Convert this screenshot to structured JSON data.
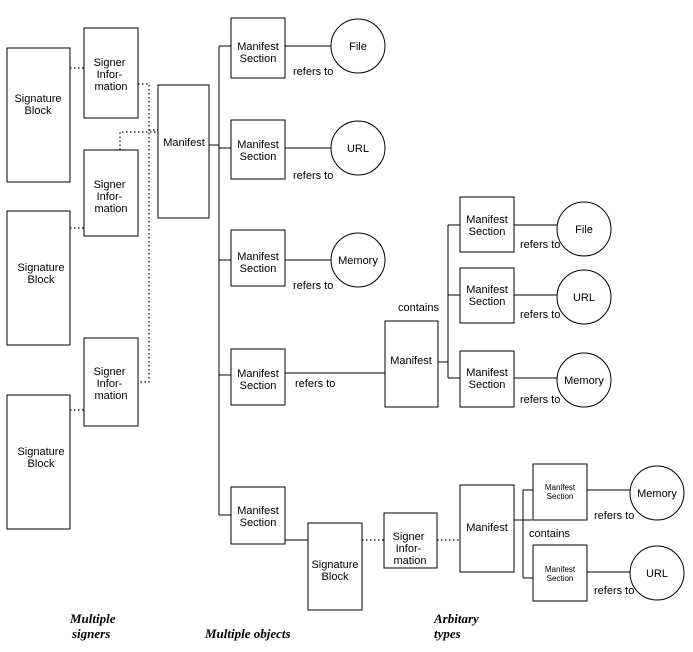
{
  "labels": {
    "signature_block": "Signature Block",
    "signer_information": "Signer Information",
    "signer_information_lines": [
      "Signer",
      "Infor-",
      "mation"
    ],
    "manifest": "Manifest",
    "manifest_section": "Manifest Section",
    "file": "File",
    "url": "URL",
    "memory": "Memory",
    "refers_to": "refers to",
    "contains": "contains"
  },
  "captions": {
    "multiple_signers": [
      "Multiple",
      "signers"
    ],
    "multiple_objects": "Multiple objects",
    "arbitrary_types": [
      "Arbitary",
      "types"
    ]
  }
}
